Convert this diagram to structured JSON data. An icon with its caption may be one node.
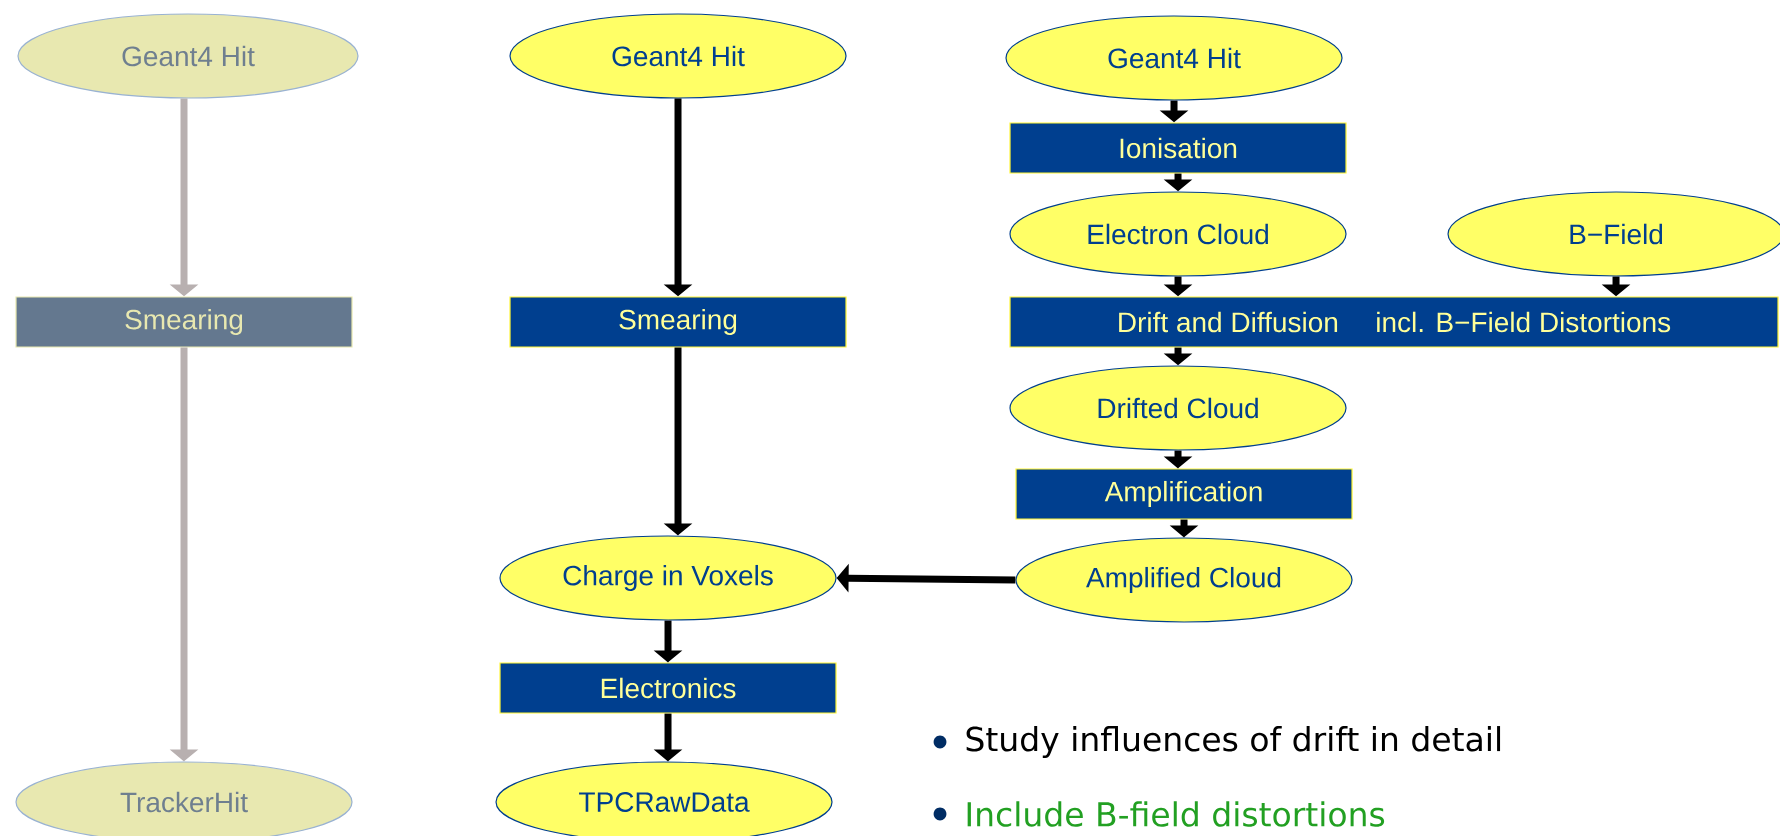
{
  "diagram": {
    "nodes": [
      {
        "text": [
          "Geant4 Hit"
        ]
      },
      {
        "text": [
          "Smearing"
        ]
      },
      {
        "text": [
          "TrackerHit"
        ]
      },
      {
        "text": [
          "Geant4 Hit"
        ]
      },
      {
        "text": [
          "Smearing"
        ]
      },
      {
        "text": [
          "Charge in Voxels"
        ]
      },
      {
        "text": [
          "Electronics"
        ]
      },
      {
        "text": [
          "TPCRawData"
        ]
      },
      {
        "text": [
          "Geant4 Hit"
        ]
      },
      {
        "text": [
          "Ionisation"
        ]
      },
      {
        "text": [
          "Electron Cloud"
        ]
      },
      {
        "text": [
          "B−Field"
        ]
      },
      {
        "text": [
          "Drift and Diffusion",
          "incl. B−Field Distortions"
        ]
      },
      {
        "text": [
          "Drifted Cloud"
        ]
      },
      {
        "text": [
          "Amplification"
        ]
      },
      {
        "text": [
          "Amplified Cloud"
        ]
      }
    ],
    "edges": [
      {
        "from": 0,
        "to": 1,
        "arrow": "to",
        "color": "#b8b0b0"
      },
      {
        "from": 1,
        "to": 2,
        "arrow": "to",
        "color": "#b8b0b0"
      },
      {
        "from": 3,
        "to": 4,
        "arrow": "to"
      },
      {
        "from": 4,
        "to": 5,
        "arrow": "to"
      },
      {
        "from": 5,
        "to": 6,
        "arrow": "to"
      },
      {
        "from": 6,
        "to": 7,
        "arrow": "to"
      },
      {
        "from": 8,
        "to": 9,
        "arrow": "to"
      },
      {
        "from": 9,
        "to": 10,
        "arrow": "to"
      },
      {
        "from": 10,
        "to": 12,
        "arrow": "to"
      },
      {
        "from": 11,
        "to": 12,
        "arrow": "to"
      },
      {
        "from": 12,
        "to": 13,
        "arrow": "to"
      },
      {
        "from": 13,
        "to": 14,
        "arrow": "to"
      },
      {
        "from": 14,
        "to": 15,
        "arrow": "to"
      },
      {
        "from": 15,
        "to": 5,
        "arrow": "to"
      }
    ],
    "labels": [
      "Study influences of drift in detail",
      "Include B-field distortions"
    ]
  }
}
